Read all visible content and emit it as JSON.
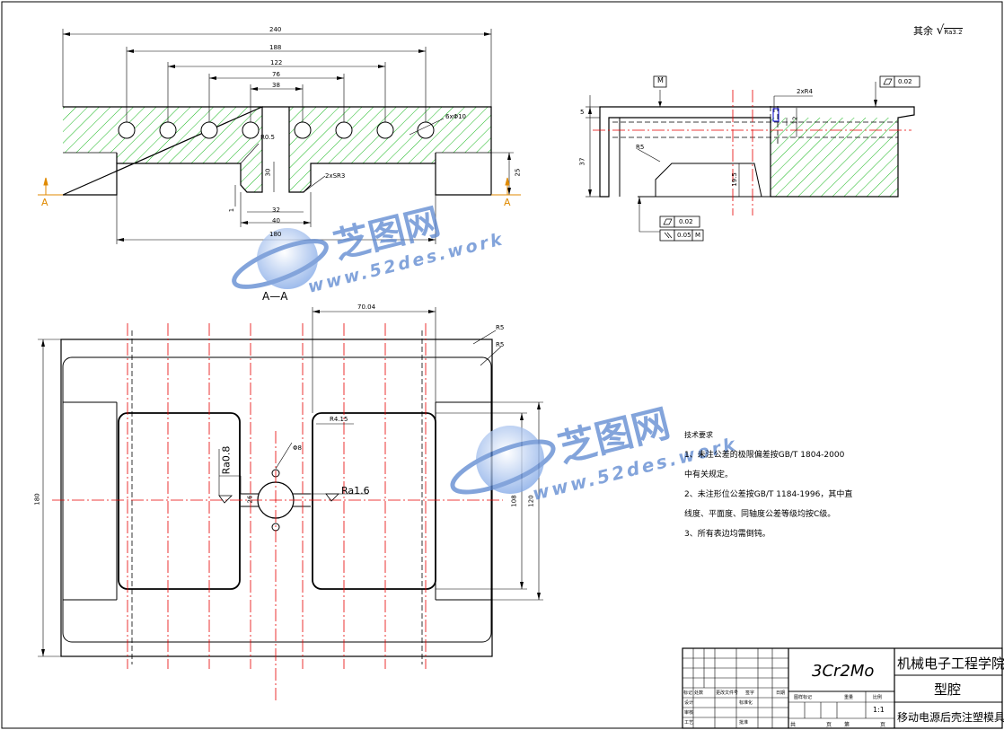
{
  "roughness_note": {
    "prefix": "其余",
    "value": "Ra3.2"
  },
  "watermark": {
    "brand": "芝图网",
    "url": "www.52des.work"
  },
  "section_label": "A—A",
  "section_marks": [
    "A",
    "A"
  ],
  "top_view_dims": [
    "240",
    "188",
    "122",
    "76",
    "38",
    "6xΦ10",
    "R0.5",
    "30",
    "25",
    "1",
    "2xSR3",
    "32",
    "40",
    "180"
  ],
  "side_view_dims": [
    "5",
    "37",
    "2xR4",
    "R5",
    "12",
    "19.5"
  ],
  "datum_label": "M",
  "tolerances": [
    {
      "symbol": "flatness",
      "value": "0.02"
    },
    {
      "symbol": "flatness",
      "value": "0.02"
    },
    {
      "symbol": "parallel",
      "value": "0.05",
      "datum": "M"
    }
  ],
  "plan_dims": [
    "70.04",
    "R5",
    "R5",
    "R4.15",
    "Φ8",
    "Ra0.8",
    "Ra1.6",
    "26",
    "108",
    "120",
    "180"
  ],
  "tech_requirements": {
    "title": "技术要求",
    "items": [
      "1、未注公差的极限偏差按GB/T 1804-2000",
      "中有关规定。",
      "2、未注形位公差按GB/T 1184-1996，其中直",
      "线度、平面度、同轴度公差等级均按C级。",
      "3、所有表边均需倒钝。"
    ]
  },
  "title_block": {
    "material": "3Cr2Mo",
    "school": "机械电子工程学院",
    "part_name": "型腔",
    "project": "移动电源后壳注塑模具",
    "scale": "1:1",
    "row_labels": [
      "标记",
      "处数",
      "更改文件号",
      "签字",
      "日期",
      "设计",
      "标准化",
      "审核",
      "工艺",
      "批准"
    ],
    "stage_labels": [
      "图样标记",
      "重量",
      "比例"
    ],
    "sheet_labels": [
      "共",
      "页",
      "第",
      "页"
    ]
  },
  "colors": {
    "hatch": "#19b81f",
    "center": "#e60000",
    "line": "#000000",
    "watermark": "#5a86cf",
    "annot": "#0000cc"
  }
}
